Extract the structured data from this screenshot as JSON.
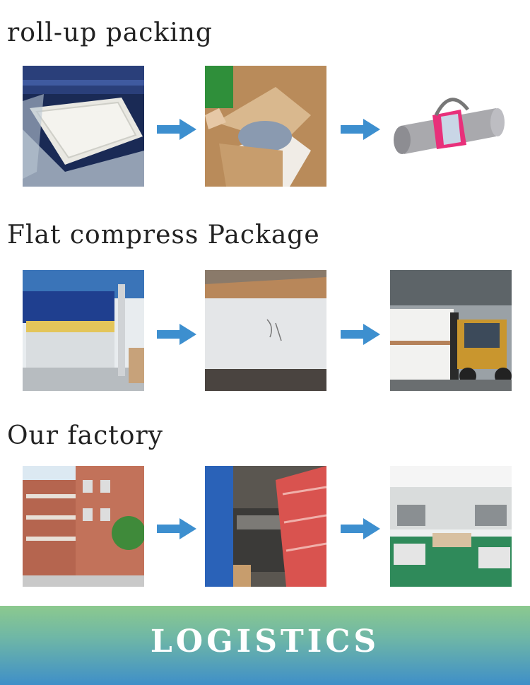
{
  "sections": [
    {
      "title": "roll-up packing"
    },
    {
      "title": "Flat compress Package"
    },
    {
      "title": "Our factory"
    }
  ],
  "colors": {
    "arrow": "#3d8fcf",
    "banner_top": "#8cc98e",
    "banner_bottom": "#3f8fc8",
    "banner_text": "#ffffff"
  },
  "icons": {
    "flow_arrow": "arrow-right-icon"
  },
  "banner": {
    "text": "LOGISTICS"
  }
}
